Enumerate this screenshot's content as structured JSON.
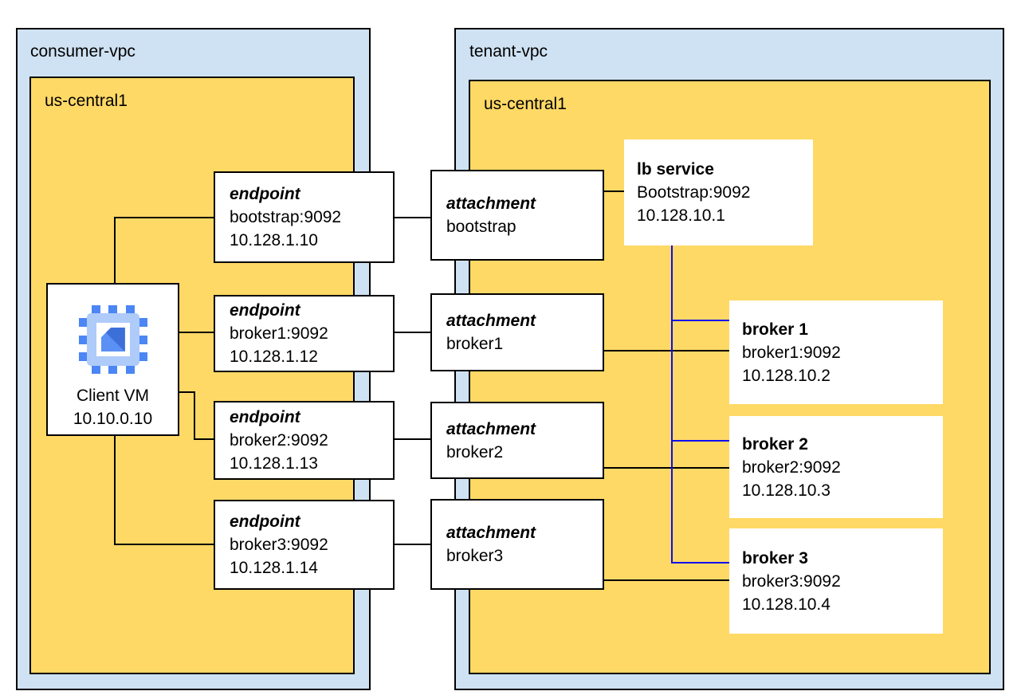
{
  "colors": {
    "vpc_fill": "#cfe2f3",
    "region_fill": "#ffd966",
    "box_border": "#000000",
    "link_black": "#000000",
    "link_blue": "#0d0df2",
    "icon_body": "#aecbfa",
    "icon_pin": "#4c86f5",
    "icon_inner_light": "#5b90f5",
    "icon_inner_dark": "#3c6fd8"
  },
  "consumer_vpc": {
    "label": "consumer-vpc",
    "region_label": "us-central1",
    "client_vm": {
      "name": "Client VM",
      "ip": "10.10.0.10"
    },
    "endpoints": [
      {
        "kind": "endpoint",
        "service": "bootstrap:9092",
        "ip": "10.128.1.10"
      },
      {
        "kind": "endpoint",
        "service": "broker1:9092",
        "ip": "10.128.1.12"
      },
      {
        "kind": "endpoint",
        "service": "broker2:9092",
        "ip": "10.128.1.13"
      },
      {
        "kind": "endpoint",
        "service": "broker3:9092",
        "ip": "10.128.1.14"
      }
    ]
  },
  "tenant_vpc": {
    "label": "tenant-vpc",
    "region_label": "us-central1",
    "attachments": [
      {
        "kind": "attachment",
        "name": "bootstrap"
      },
      {
        "kind": "attachment",
        "name": "broker1"
      },
      {
        "kind": "attachment",
        "name": "broker2"
      },
      {
        "kind": "attachment",
        "name": "broker3"
      }
    ],
    "lb_service": {
      "title": "lb service",
      "listener": "Bootstrap:9092",
      "ip": "10.128.10.1"
    },
    "brokers": [
      {
        "title": "broker 1",
        "service": "broker1:9092",
        "ip": "10.128.10.2"
      },
      {
        "title": "broker 2",
        "service": "broker2:9092",
        "ip": "10.128.10.3"
      },
      {
        "title": "broker 3",
        "service": "broker3:9092",
        "ip": "10.128.10.4"
      }
    ]
  }
}
